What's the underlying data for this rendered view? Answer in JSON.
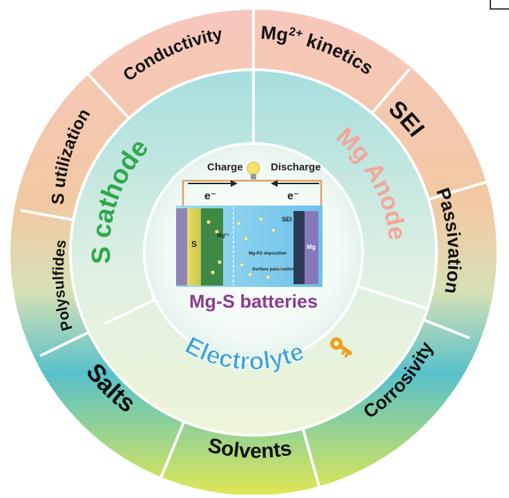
{
  "center": {
    "charge_label": "Charge",
    "discharge_label": "Discharge",
    "electron_left": "e⁻",
    "electron_right": "e⁻",
    "cell_labels": {
      "cathode": "S",
      "mg_ion": "Mg²⁺",
      "sei": "SEI",
      "anode": "Mg",
      "mgps_deposition": "Mg-PS deposition",
      "surface_passivation": "Surface passivation"
    },
    "title": "Mg-S batteries"
  },
  "middle_ring": {
    "cathode": "S cathode",
    "anode": "Mg Anode",
    "electrolyte": "Electrolyte"
  },
  "outer_ring": {
    "conductivity": "Conductivity",
    "mg_kinetics_main": "Mg",
    "mg_kinetics_sup": "2+",
    "mg_kinetics_rest": "kinetics",
    "sei": "SEI",
    "passivation": "Passivation",
    "corrosivity": "Corrosivity",
    "solvents": "Solvents",
    "salts": "Salts",
    "polysulfides": "Polysulfides",
    "s_utilization": "S utilization"
  },
  "colors": {
    "cathode_text": "#2fa84a",
    "anode_text": "#f2a79a",
    "electrolyte_text": "#3aa3dc",
    "title_text": "#8a3b92",
    "outer_pink": "#f6c8b7",
    "outer_orange": "#f3c59a",
    "outer_teal": "#5bc3c7",
    "outer_yellow": "#d9e35a"
  }
}
